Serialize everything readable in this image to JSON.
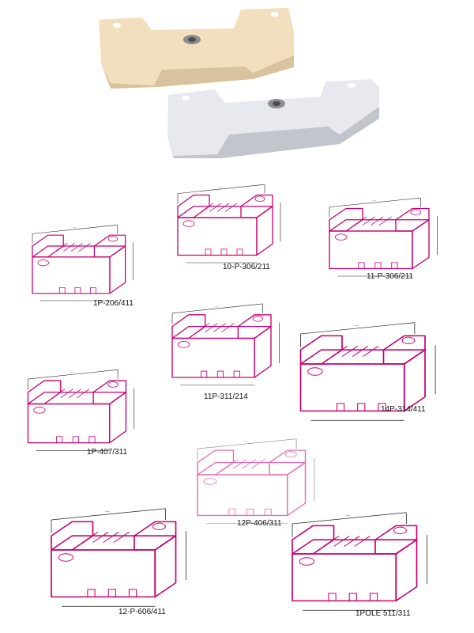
{
  "photo": {
    "top_block": {
      "body_color": "#f2dfbd",
      "shade_color": "#d9c39e"
    },
    "bottom_block": {
      "body_color": "#e8e9ee",
      "shade_color": "#c3c5cc"
    },
    "insert_color": "#8a8d92"
  },
  "drawings": [
    {
      "id": "1p-206-411",
      "caption": "1P-206/411"
    },
    {
      "id": "10-p-306-211",
      "caption": "10-P-306/211"
    },
    {
      "id": "11-p-306-211",
      "caption": "11-P-306/211"
    },
    {
      "id": "11p-311-214",
      "caption": "11P-311/214"
    },
    {
      "id": "14p-314-411",
      "caption": "14P-314/411"
    },
    {
      "id": "1p-407-311",
      "caption": "1P-407/311"
    },
    {
      "id": "12p-406-311",
      "caption": "12P-406/311"
    },
    {
      "id": "12-p-606-411",
      "caption": "12-P-606/411"
    },
    {
      "id": "1pole-511-311",
      "caption": "1POLE 511/311"
    }
  ],
  "colors": {
    "outline": "#c8006e",
    "dimension": "#222222"
  }
}
